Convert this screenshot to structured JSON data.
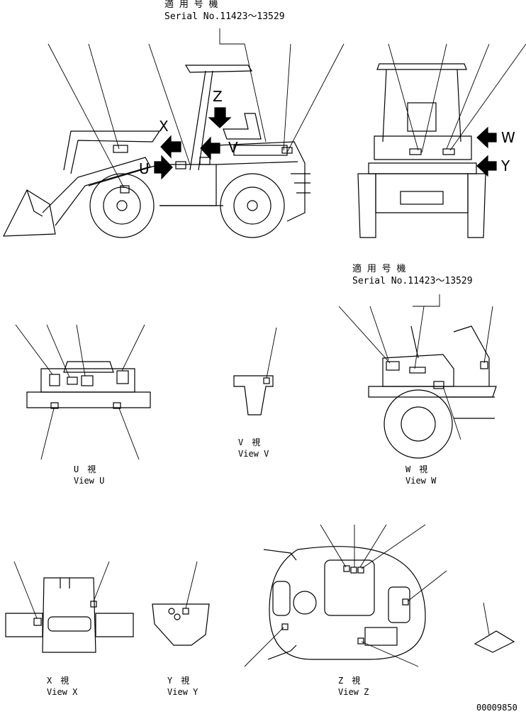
{
  "serial_block_top": {
    "jp": "適 用 号 機",
    "serial": "Serial No.11423～13529"
  },
  "serial_block_right": {
    "jp": "適 用 号 機",
    "serial": "Serial No.11423～13529"
  },
  "main_view_letters": {
    "z": "Z",
    "x": "X",
    "v": "V",
    "u": "U"
  },
  "front_view_letters": {
    "w": "W",
    "y": "Y"
  },
  "views": {
    "u": {
      "jp": "U　視",
      "en": "View U"
    },
    "v": {
      "jp": "V　視",
      "en": "View V"
    },
    "w": {
      "jp": "W　視",
      "en": "View W"
    },
    "x": {
      "jp": "X　視",
      "en": "View X"
    },
    "y": {
      "jp": "Y　視",
      "en": "View Y"
    },
    "z": {
      "jp": "Z　視",
      "en": "View Z"
    }
  },
  "drawing_number": "00009850"
}
